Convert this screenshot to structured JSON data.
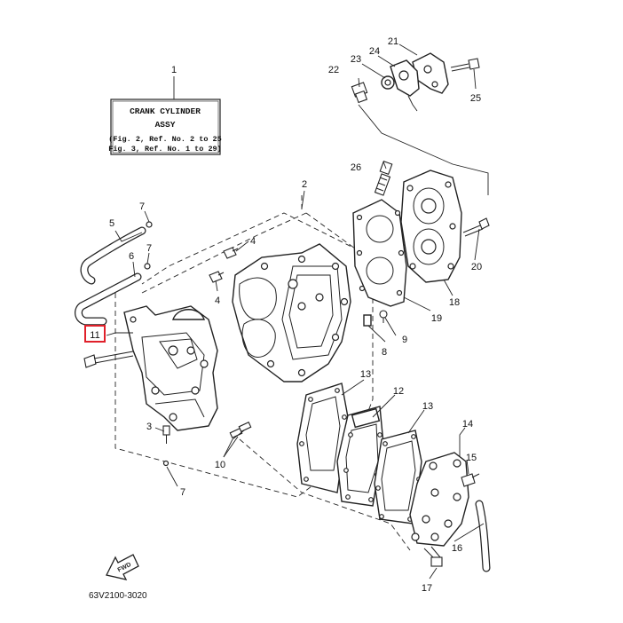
{
  "assembly_box": {
    "title_line1": "CRANK CYLINDER",
    "title_line2": "ASSY",
    "ref_line1": "(Fig. 2, Ref. No. 2 to 25",
    "ref_line2": "Fig. 3, Ref. No. 1 to 29)"
  },
  "callouts": {
    "n1": "1",
    "n2": "2",
    "n3": "3",
    "n4a": "4",
    "n4b": "4",
    "n5": "5",
    "n6": "6",
    "n7a": "7",
    "n7b": "7",
    "n7c": "7",
    "n8": "8",
    "n9": "9",
    "n10": "10",
    "n11": "11",
    "n12": "12",
    "n13a": "13",
    "n13b": "13",
    "n14": "14",
    "n15": "15",
    "n16": "16",
    "n17": "17",
    "n18": "18",
    "n19": "19",
    "n20": "20",
    "n21": "21",
    "n22": "22",
    "n23": "23",
    "n24": "24",
    "n25": "25",
    "n26": "26"
  },
  "highlight": {
    "callout": "11",
    "color": "#e0202a"
  },
  "fwd_label": "FWD",
  "diagram_code": "63V2100-3020"
}
